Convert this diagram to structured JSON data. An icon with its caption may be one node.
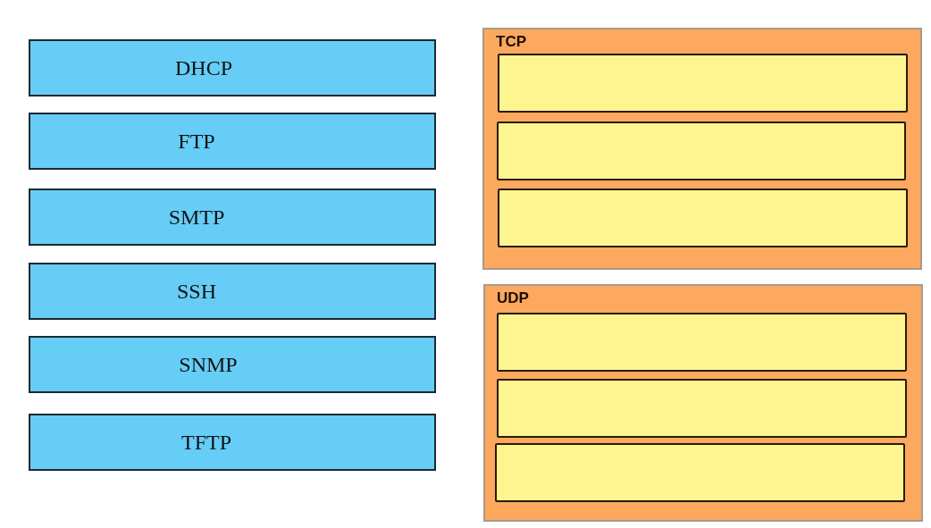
{
  "diagram": {
    "nodes": [
      {
        "text": [
          "DHCP"
        ]
      },
      {
        "text": [
          "FTP"
        ]
      },
      {
        "text": [
          "SMTP"
        ]
      },
      {
        "text": [
          "SSH"
        ]
      },
      {
        "text": [
          "SNMP"
        ]
      },
      {
        "text": [
          "TFTP"
        ]
      },
      {
        "text": [
          "TCP"
        ]
      },
      {
        "text": [],
        "shape": "box",
        "in": 6
      },
      {
        "text": [],
        "shape": "box",
        "in": 6
      },
      {
        "text": [],
        "shape": "box",
        "in": 6
      },
      {
        "text": [
          "UDP"
        ]
      },
      {
        "text": [],
        "shape": "box",
        "in": 10
      },
      {
        "text": [],
        "shape": "box",
        "in": 10
      },
      {
        "text": [],
        "shape": "box",
        "in": 10
      }
    ]
  }
}
